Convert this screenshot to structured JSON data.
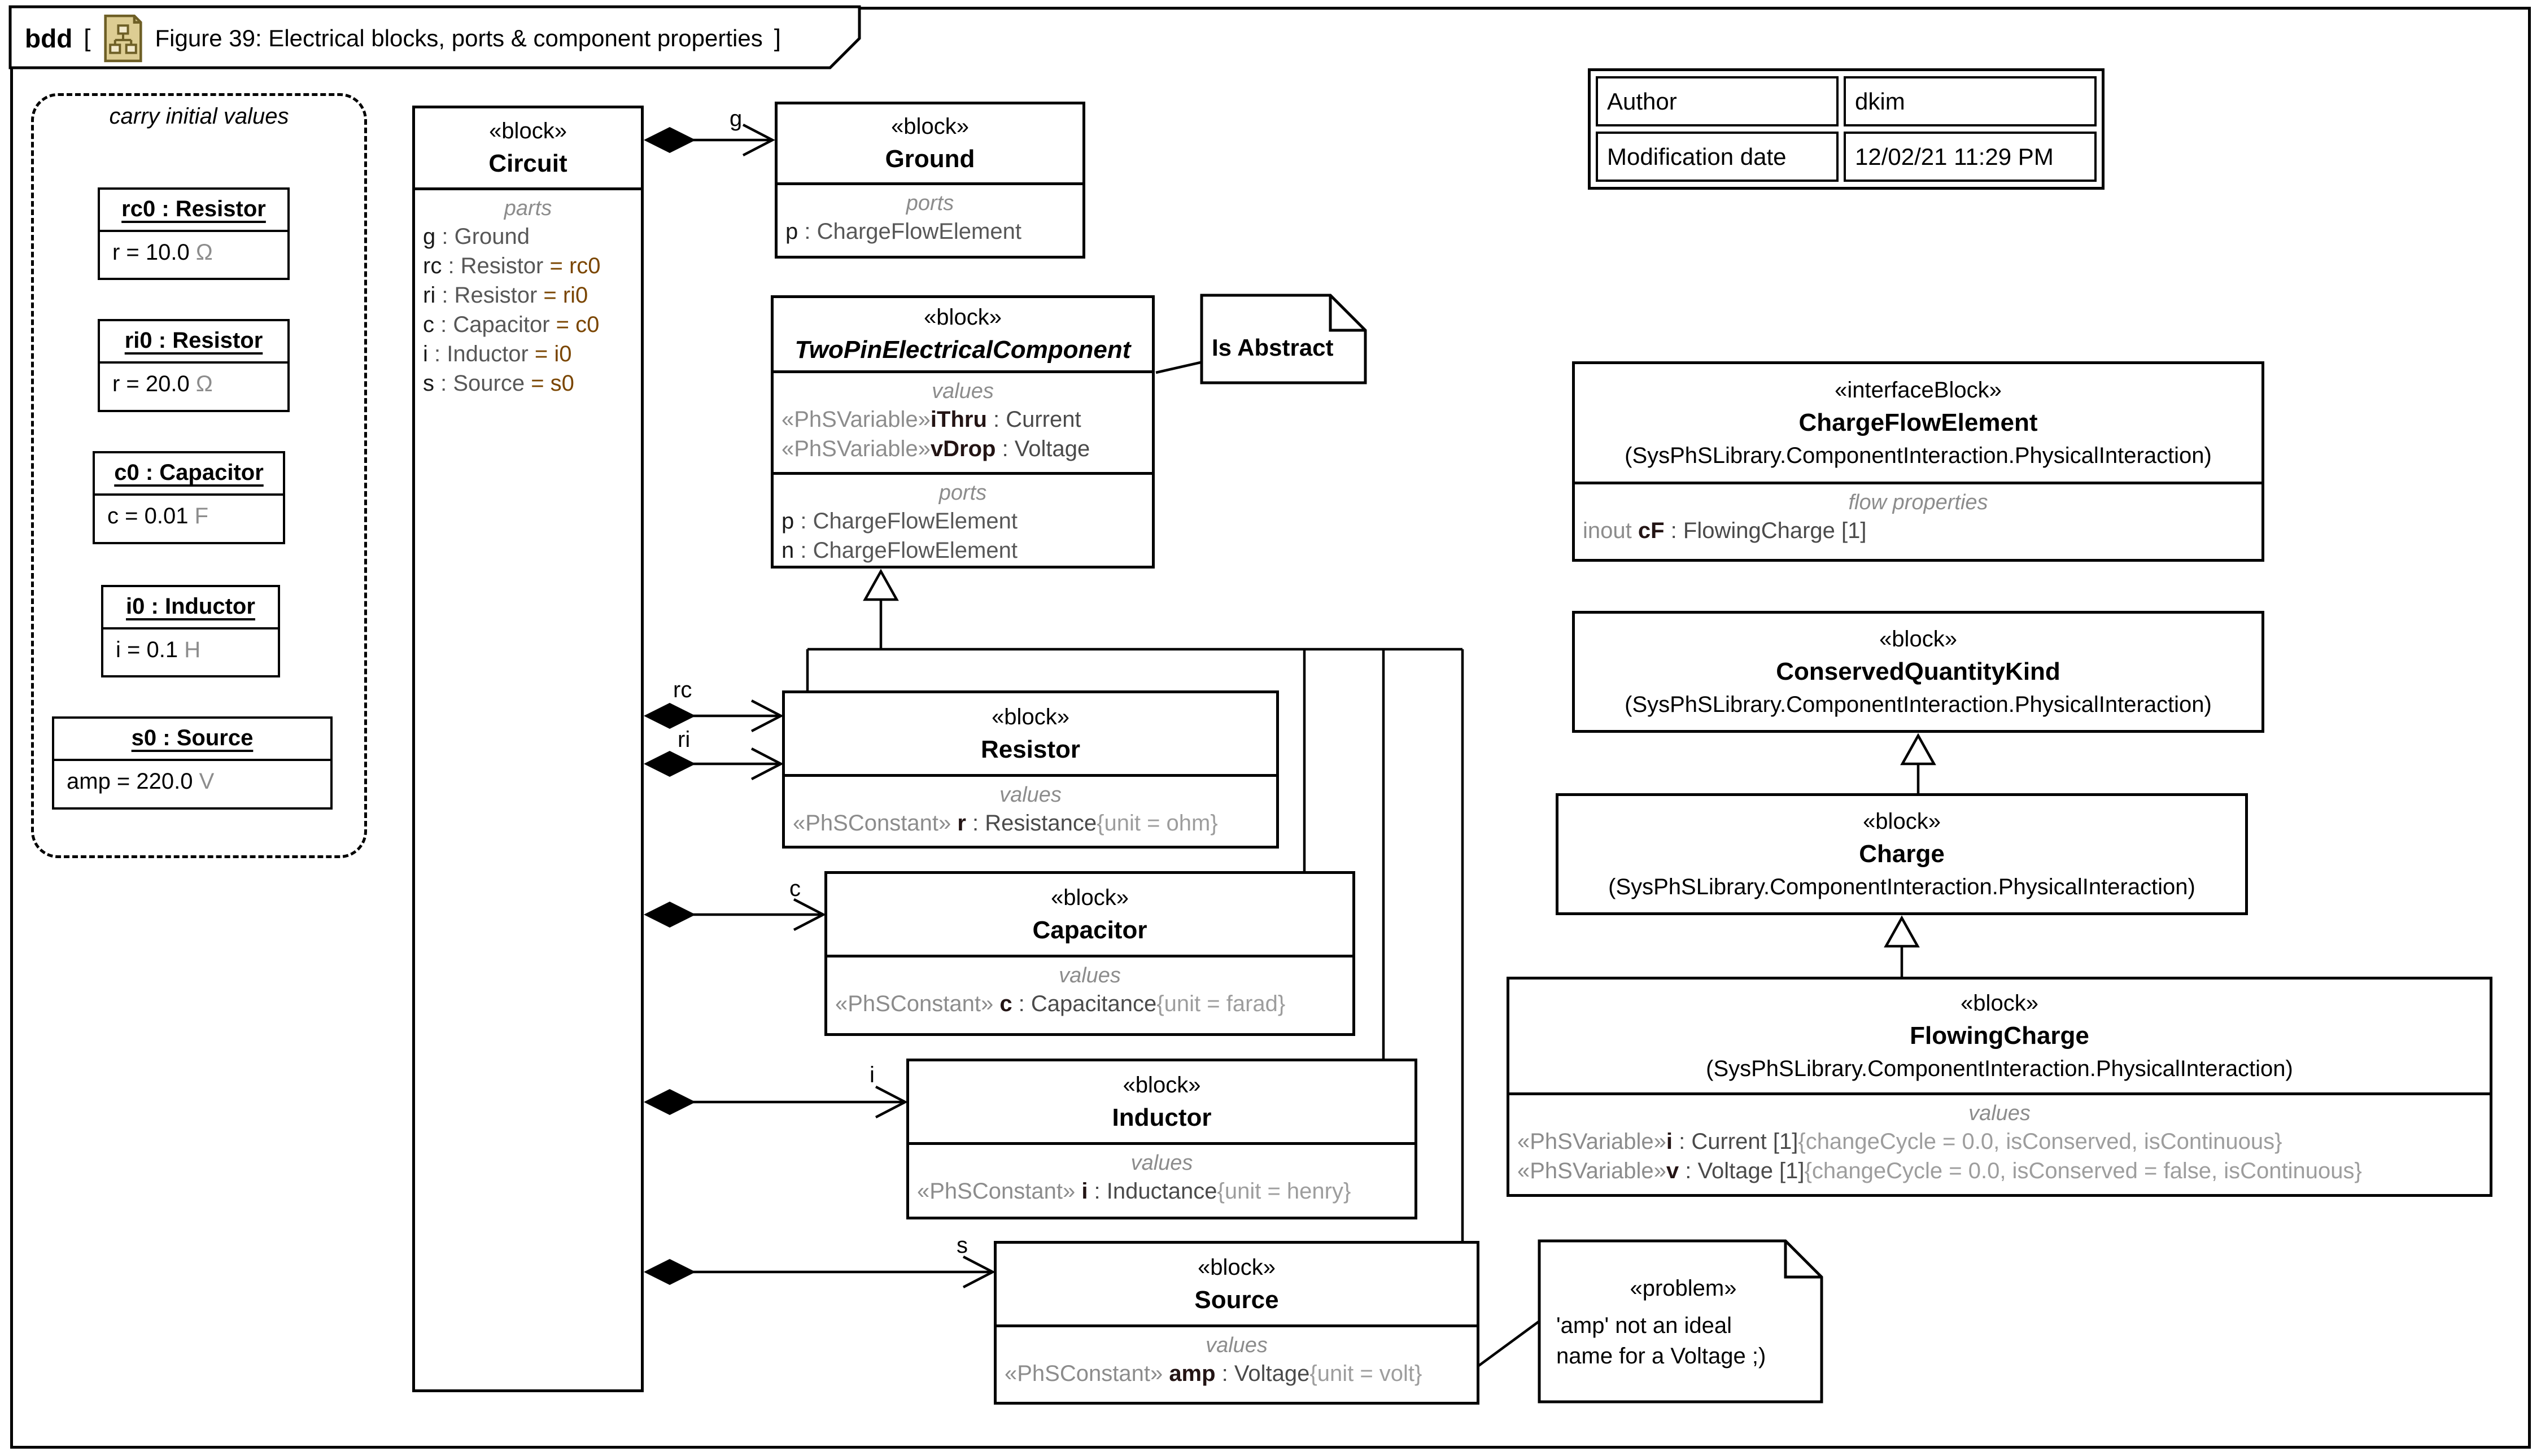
{
  "colors": {
    "value_ref": "#7a4500",
    "muted_gray": "#8c8c8c",
    "icon_tan": "#ddcd93",
    "icon_stroke": "#6e5f26",
    "line_black": "#000000"
  },
  "frame": {
    "kind": "bdd",
    "open_bracket": "[",
    "close_bracket": "]",
    "title": "Figure 39: Electrical blocks, ports & component properties",
    "icon": "class-diagram-icon"
  },
  "meta_table": {
    "rows": [
      {
        "key": "Author",
        "value": "dkim"
      },
      {
        "key": "Modification date",
        "value": "12/02/21 11:29 PM"
      }
    ]
  },
  "initial_values_group": {
    "label": "carry initial values",
    "instances": [
      {
        "name": "rc0 : Resistor",
        "slot": [
          {
            "t": "r = 10.0 ",
            "c": "plain"
          },
          {
            "t": "Ω",
            "c": "unit"
          }
        ]
      },
      {
        "name": "ri0 : Resistor",
        "slot": [
          {
            "t": "r = 20.0 ",
            "c": "plain"
          },
          {
            "t": "Ω",
            "c": "unit"
          }
        ]
      },
      {
        "name": "c0 : Capacitor",
        "slot": [
          {
            "t": "c = 0.01 ",
            "c": "plain"
          },
          {
            "t": "F",
            "c": "unit"
          }
        ]
      },
      {
        "name": "i0 : Inductor",
        "slot": [
          {
            "t": "i = 0.1 ",
            "c": "plain"
          },
          {
            "t": "H",
            "c": "unit"
          }
        ]
      },
      {
        "name": "s0 : Source",
        "slot": [
          {
            "t": "amp = 220.0 ",
            "c": "plain"
          },
          {
            "t": "V",
            "c": "unit"
          }
        ]
      }
    ]
  },
  "blocks": {
    "circuit": {
      "stereotype": "«block»",
      "name": "Circuit",
      "parts_label": "parts",
      "parts": [
        [
          {
            "t": "g",
            "c": "pname"
          },
          {
            "t": " : Ground",
            "c": "ptype"
          }
        ],
        [
          {
            "t": "rc",
            "c": "pname"
          },
          {
            "t": " : Resistor",
            "c": "ptype"
          },
          {
            "t": " = rc0",
            "c": "pval"
          }
        ],
        [
          {
            "t": "ri",
            "c": "pname"
          },
          {
            "t": " : Resistor",
            "c": "ptype"
          },
          {
            "t": " = ri0",
            "c": "pval"
          }
        ],
        [
          {
            "t": "c",
            "c": "pname"
          },
          {
            "t": " : Capacitor",
            "c": "ptype"
          },
          {
            "t": " = c0",
            "c": "pval"
          }
        ],
        [
          {
            "t": "i",
            "c": "pname"
          },
          {
            "t": " : Inductor",
            "c": "ptype"
          },
          {
            "t": " = i0",
            "c": "pval"
          }
        ],
        [
          {
            "t": "s",
            "c": "pname"
          },
          {
            "t": " : Source",
            "c": "ptype"
          },
          {
            "t": " = s0",
            "c": "pval"
          }
        ]
      ]
    },
    "ground": {
      "stereotype": "«block»",
      "name": "Ground",
      "ports_label": "ports",
      "ports": [
        [
          {
            "t": "p",
            "c": "pname"
          },
          {
            "t": " : ChargeFlowElement",
            "c": "ptype"
          }
        ]
      ]
    },
    "two_pin": {
      "stereotype": "«block»",
      "name": "TwoPinElectricalComponent",
      "values_label": "values",
      "values": [
        [
          {
            "t": "«PhSVariable»",
            "c": "stereo"
          },
          {
            "t": "iThru",
            "c": "vname"
          },
          {
            "t": " : Current",
            "c": "vtype"
          }
        ],
        [
          {
            "t": "«PhSVariable»",
            "c": "stereo"
          },
          {
            "t": "vDrop",
            "c": "vname"
          },
          {
            "t": " : Voltage",
            "c": "vtype"
          }
        ]
      ],
      "ports_label": "ports",
      "ports": [
        [
          {
            "t": "p",
            "c": "pname"
          },
          {
            "t": " : ChargeFlowElement",
            "c": "ptype"
          }
        ],
        [
          {
            "t": "n",
            "c": "pname"
          },
          {
            "t": " : ChargeFlowElement",
            "c": "ptype"
          }
        ]
      ]
    },
    "resistor": {
      "stereotype": "«block»",
      "name": "Resistor",
      "values_label": "values",
      "values": [
        [
          {
            "t": "«PhSConstant» ",
            "c": "stereo"
          },
          {
            "t": "r",
            "c": "vname"
          },
          {
            "t": " : Resistance",
            "c": "vtype"
          },
          {
            "t": "{unit = ohm}",
            "c": "brace"
          }
        ]
      ]
    },
    "capacitor": {
      "stereotype": "«block»",
      "name": "Capacitor",
      "values_label": "values",
      "values": [
        [
          {
            "t": "«PhSConstant» ",
            "c": "stereo"
          },
          {
            "t": "c",
            "c": "vname"
          },
          {
            "t": " : Capacitance",
            "c": "vtype"
          },
          {
            "t": "{unit = farad}",
            "c": "brace"
          }
        ]
      ]
    },
    "inductor": {
      "stereotype": "«block»",
      "name": "Inductor",
      "values_label": "values",
      "values": [
        [
          {
            "t": "«PhSConstant» ",
            "c": "stereo"
          },
          {
            "t": "i",
            "c": "vname"
          },
          {
            "t": " : Inductance",
            "c": "vtype"
          },
          {
            "t": "{unit = henry}",
            "c": "brace"
          }
        ]
      ]
    },
    "source": {
      "stereotype": "«block»",
      "name": "Source",
      "values_label": "values",
      "values": [
        [
          {
            "t": "«PhSConstant» ",
            "c": "stereo"
          },
          {
            "t": "amp",
            "c": "vname"
          },
          {
            "t": " : Voltage",
            "c": "vtype"
          },
          {
            "t": "{unit = volt}",
            "c": "brace"
          }
        ]
      ]
    },
    "charge_flow_element": {
      "stereotype": "«interfaceBlock»",
      "name": "ChargeFlowElement",
      "path": "(SysPhSLibrary.ComponentInteraction.PhysicalInteraction)",
      "flow_label": "flow properties",
      "flows": [
        [
          {
            "t": "inout ",
            "c": "kw"
          },
          {
            "t": "cF",
            "c": "vname"
          },
          {
            "t": " : FlowingCharge [1]",
            "c": "vtype"
          }
        ]
      ]
    },
    "conserved_quantity_kind": {
      "stereotype": "«block»",
      "name": "ConservedQuantityKind",
      "path": "(SysPhSLibrary.ComponentInteraction.PhysicalInteraction)"
    },
    "charge": {
      "stereotype": "«block»",
      "name": "Charge",
      "path": "(SysPhSLibrary.ComponentInteraction.PhysicalInteraction)"
    },
    "flowing_charge": {
      "stereotype": "«block»",
      "name": "FlowingCharge",
      "path": "(SysPhSLibrary.ComponentInteraction.PhysicalInteraction)",
      "values_label": "values",
      "values": [
        [
          {
            "t": "«PhSVariable»",
            "c": "stereo"
          },
          {
            "t": "i",
            "c": "vname"
          },
          {
            "t": " : Current [1]",
            "c": "vtype"
          },
          {
            "t": "{changeCycle = 0.0, isConserved, isContinuous}",
            "c": "brace"
          }
        ],
        [
          {
            "t": "«PhSVariable»",
            "c": "stereo"
          },
          {
            "t": "v",
            "c": "vname"
          },
          {
            "t": " : Voltage [1]",
            "c": "vtype"
          },
          {
            "t": "{changeCycle = 0.0, isConserved = false, isContinuous}",
            "c": "brace"
          }
        ]
      ]
    }
  },
  "notes": {
    "is_abstract": {
      "text": "Is Abstract"
    },
    "problem": {
      "stereotype": "«problem»",
      "lines": [
        "'amp' not an ideal",
        "name for a Voltage ;)"
      ]
    }
  },
  "connectors": {
    "g": "g",
    "rc": "rc",
    "ri": "ri",
    "c": "c",
    "i": "i",
    "s": "s"
  }
}
